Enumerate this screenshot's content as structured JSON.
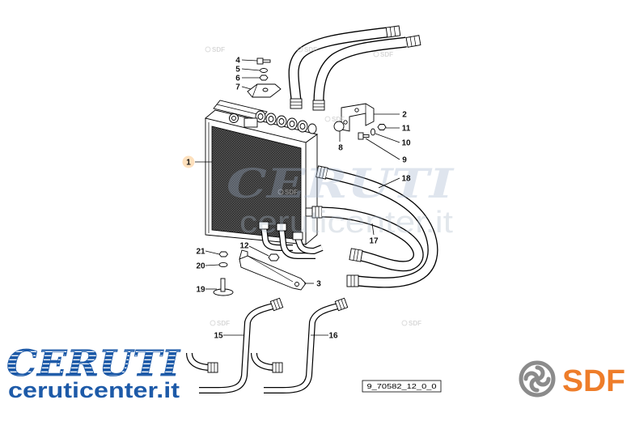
{
  "callouts": {
    "c1": "1",
    "c2": "2",
    "c3": "3",
    "c4": "4",
    "c5": "5",
    "c6": "6",
    "c7": "7",
    "c8": "8",
    "c9": "9",
    "c10": "10",
    "c11": "11",
    "c12": "12",
    "c15": "15",
    "c16": "16",
    "c17": "17",
    "c18": "18",
    "c19": "19",
    "c20": "20",
    "c21": "21"
  },
  "reference_code": "9_70582_12_0_0",
  "logos": {
    "ceruti_wordmark": "CERUTI",
    "ceruti_url": "ceruticenter.it",
    "sdf_wordmark": "SDF"
  },
  "watermark": {
    "brand": "CERUTI",
    "url": "ceruticenter.it",
    "sdf": "SDF"
  },
  "icons": {
    "sdf_logo": "sdf-logo-icon"
  },
  "colors": {
    "ceruti_blue": "#1d5aa8",
    "sdf_orange": "#ee7d2a",
    "sdf_gray": "#8b8b8b",
    "callout_highlight": "#fde0bd"
  }
}
